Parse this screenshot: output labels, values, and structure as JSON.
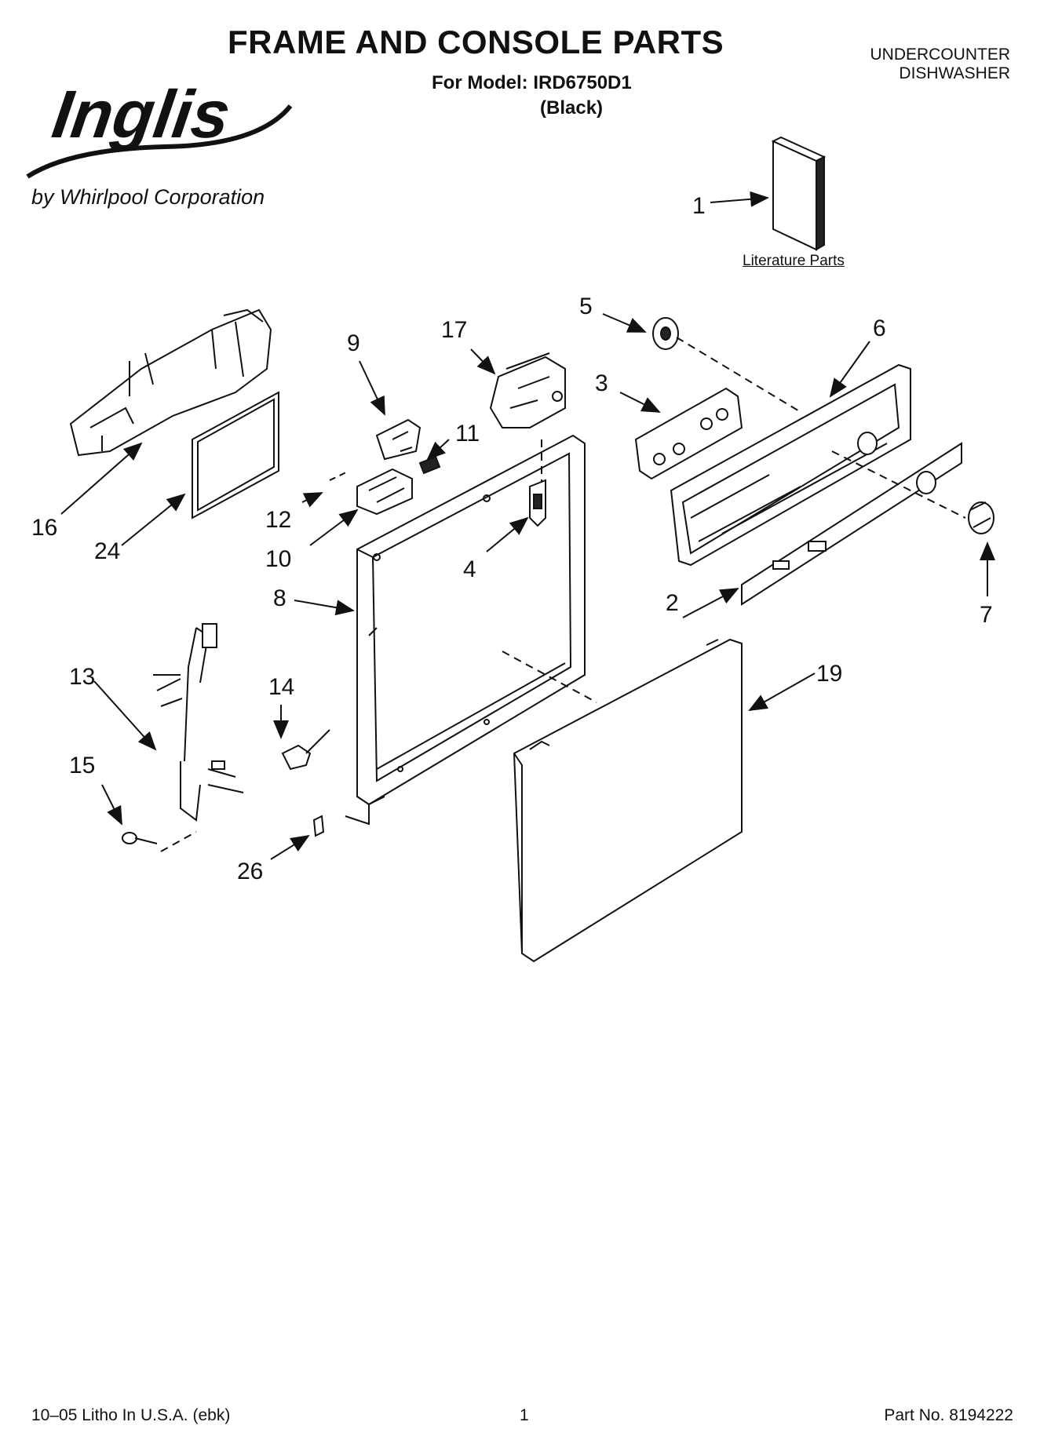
{
  "header": {
    "title": "FRAME AND CONSOLE PARTS",
    "model_line": "For Model: IRD6750D1",
    "color": "(Black)",
    "category_line1": "UNDERCOUNTER",
    "category_line2": "DISHWASHER"
  },
  "brand": {
    "logo_text": "Inglis",
    "tagline": "by Whirlpool Corporation"
  },
  "literature_label": "Literature Parts",
  "callouts": {
    "c1": "1",
    "c2": "2",
    "c3": "3",
    "c4": "4",
    "c5": "5",
    "c6": "6",
    "c7": "7",
    "c8": "8",
    "c9": "9",
    "c10": "10",
    "c11": "11",
    "c12": "12",
    "c13": "13",
    "c14": "14",
    "c15": "15",
    "c16": "16",
    "c17": "17",
    "c19": "19",
    "c24": "24",
    "c26": "26"
  },
  "footer": {
    "left": "10–05 Litho In U.S.A. (ebk)",
    "center": "1",
    "right": "Part No. 8194222"
  }
}
